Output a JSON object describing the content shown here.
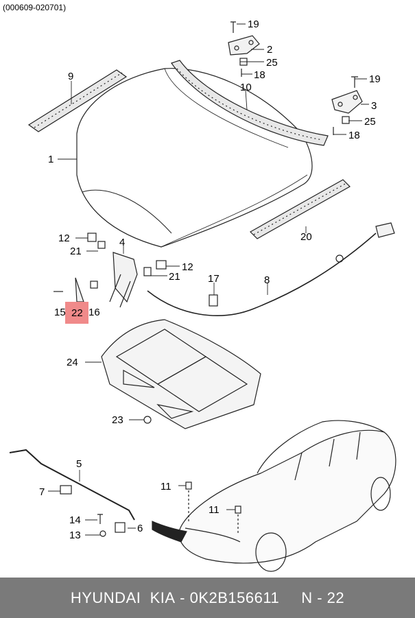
{
  "diagram": {
    "ref_code": "(000609-020701)",
    "highlight_color": "#f08a8a",
    "callouts": {
      "c1": "1",
      "c2": "2",
      "c3": "3",
      "c4": "4",
      "c5": "5",
      "c6": "6",
      "c7": "7",
      "c8": "8",
      "c9": "9",
      "c10": "10",
      "c11a": "11",
      "c11b": "11",
      "c12a": "12",
      "c12b": "12",
      "c13": "13",
      "c14": "14",
      "c15": "15",
      "c16": "16",
      "c17": "17",
      "c18a": "18",
      "c18b": "18",
      "c19a": "19",
      "c19b": "19",
      "c20": "20",
      "c21a": "21",
      "c21b": "21",
      "c22": "22",
      "c23": "23",
      "c24": "24",
      "c25a": "25",
      "c25b": "25"
    }
  },
  "footer": {
    "brand": "HYUNDAI  KIA",
    "separator": " - ",
    "part_number": "0K2B156611",
    "page_label": "N - 22"
  }
}
